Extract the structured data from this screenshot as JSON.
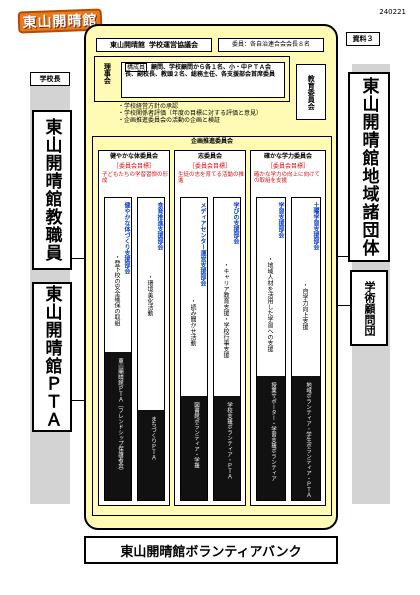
{
  "doc_id": "240221",
  "page_title": "東山開晴館",
  "ref_label": "資料３",
  "council": {
    "org": "東山開晴館",
    "name": "学校運営協議会",
    "size": "委員：各自治連合会会長８名"
  },
  "left": {
    "principal": "学校長",
    "staff": "東山開晴館教職員",
    "pta": "東山開晴館ＰＴＡ"
  },
  "right": {
    "community": "東山開晴館地域諸団体",
    "advisors": "学術顧問団"
  },
  "board": {
    "label": "理事会",
    "members_tag": "構成員",
    "members_text": "顧問、学校顧問から各１名、小・中ＰＴＡ会長、副校長、教頭２名、総務主任、各支援部会首席委員"
  },
  "edu_board": "教育委員会",
  "duties": [
    "・学校経営方針の承認",
    "・学校関係者評価（年度の目標に対する評価と意見）",
    "・企画推進委員会の活動の企画と検証"
  ],
  "planning": {
    "title": "企画推進委員会",
    "committees": [
      {
        "name": "健やかな体委員会",
        "tag": "［委員会目標］",
        "goal": "子どもたちの学習習慣の形成",
        "cols": [
          {
            "title": "健やかな体づくり支援部会",
            "note": "・登下校の安全確保の取組",
            "footer": "東山開晴館ＰＴＡ（フレンドシップ保護者会）"
          },
          {
            "title": "食育推進支援部会",
            "note": "・環境美化活動",
            "footer": "まちづくりＰＴＡ"
          }
        ]
      },
      {
        "name": "志委員会",
        "tag": "［委員会目標］",
        "goal": "生徒の志を育てる活動の推進",
        "cols": [
          {
            "title": "メディアセンター運営支援部会",
            "note": "・読み聞かせ活動",
            "footer": "図書館ボランティア・学援"
          },
          {
            "title": "学びの支援部会",
            "note": "・キャリア教育支援・学校行事支援",
            "footer": "学校支援ボランティア・ＰＴＡ"
          }
        ]
      },
      {
        "name": "確かな学力委員会",
        "tag": "［委員会目標］",
        "goal": "確かな学力の向上に向けての取組を支援",
        "cols": [
          {
            "title": "学習支援部会",
            "note": "・地域人材を活用した学習への支援",
            "footer": "授業サポーター・学習支援ボランティア"
          },
          {
            "title": "土曜学習支援部会",
            "note": "・自学力向上支援",
            "footer": "地域ボランティア・学生ボランティア・ＰＴＡ"
          }
        ]
      }
    ]
  },
  "volunteer_bank": "東山開晴館ボランティアバンク"
}
